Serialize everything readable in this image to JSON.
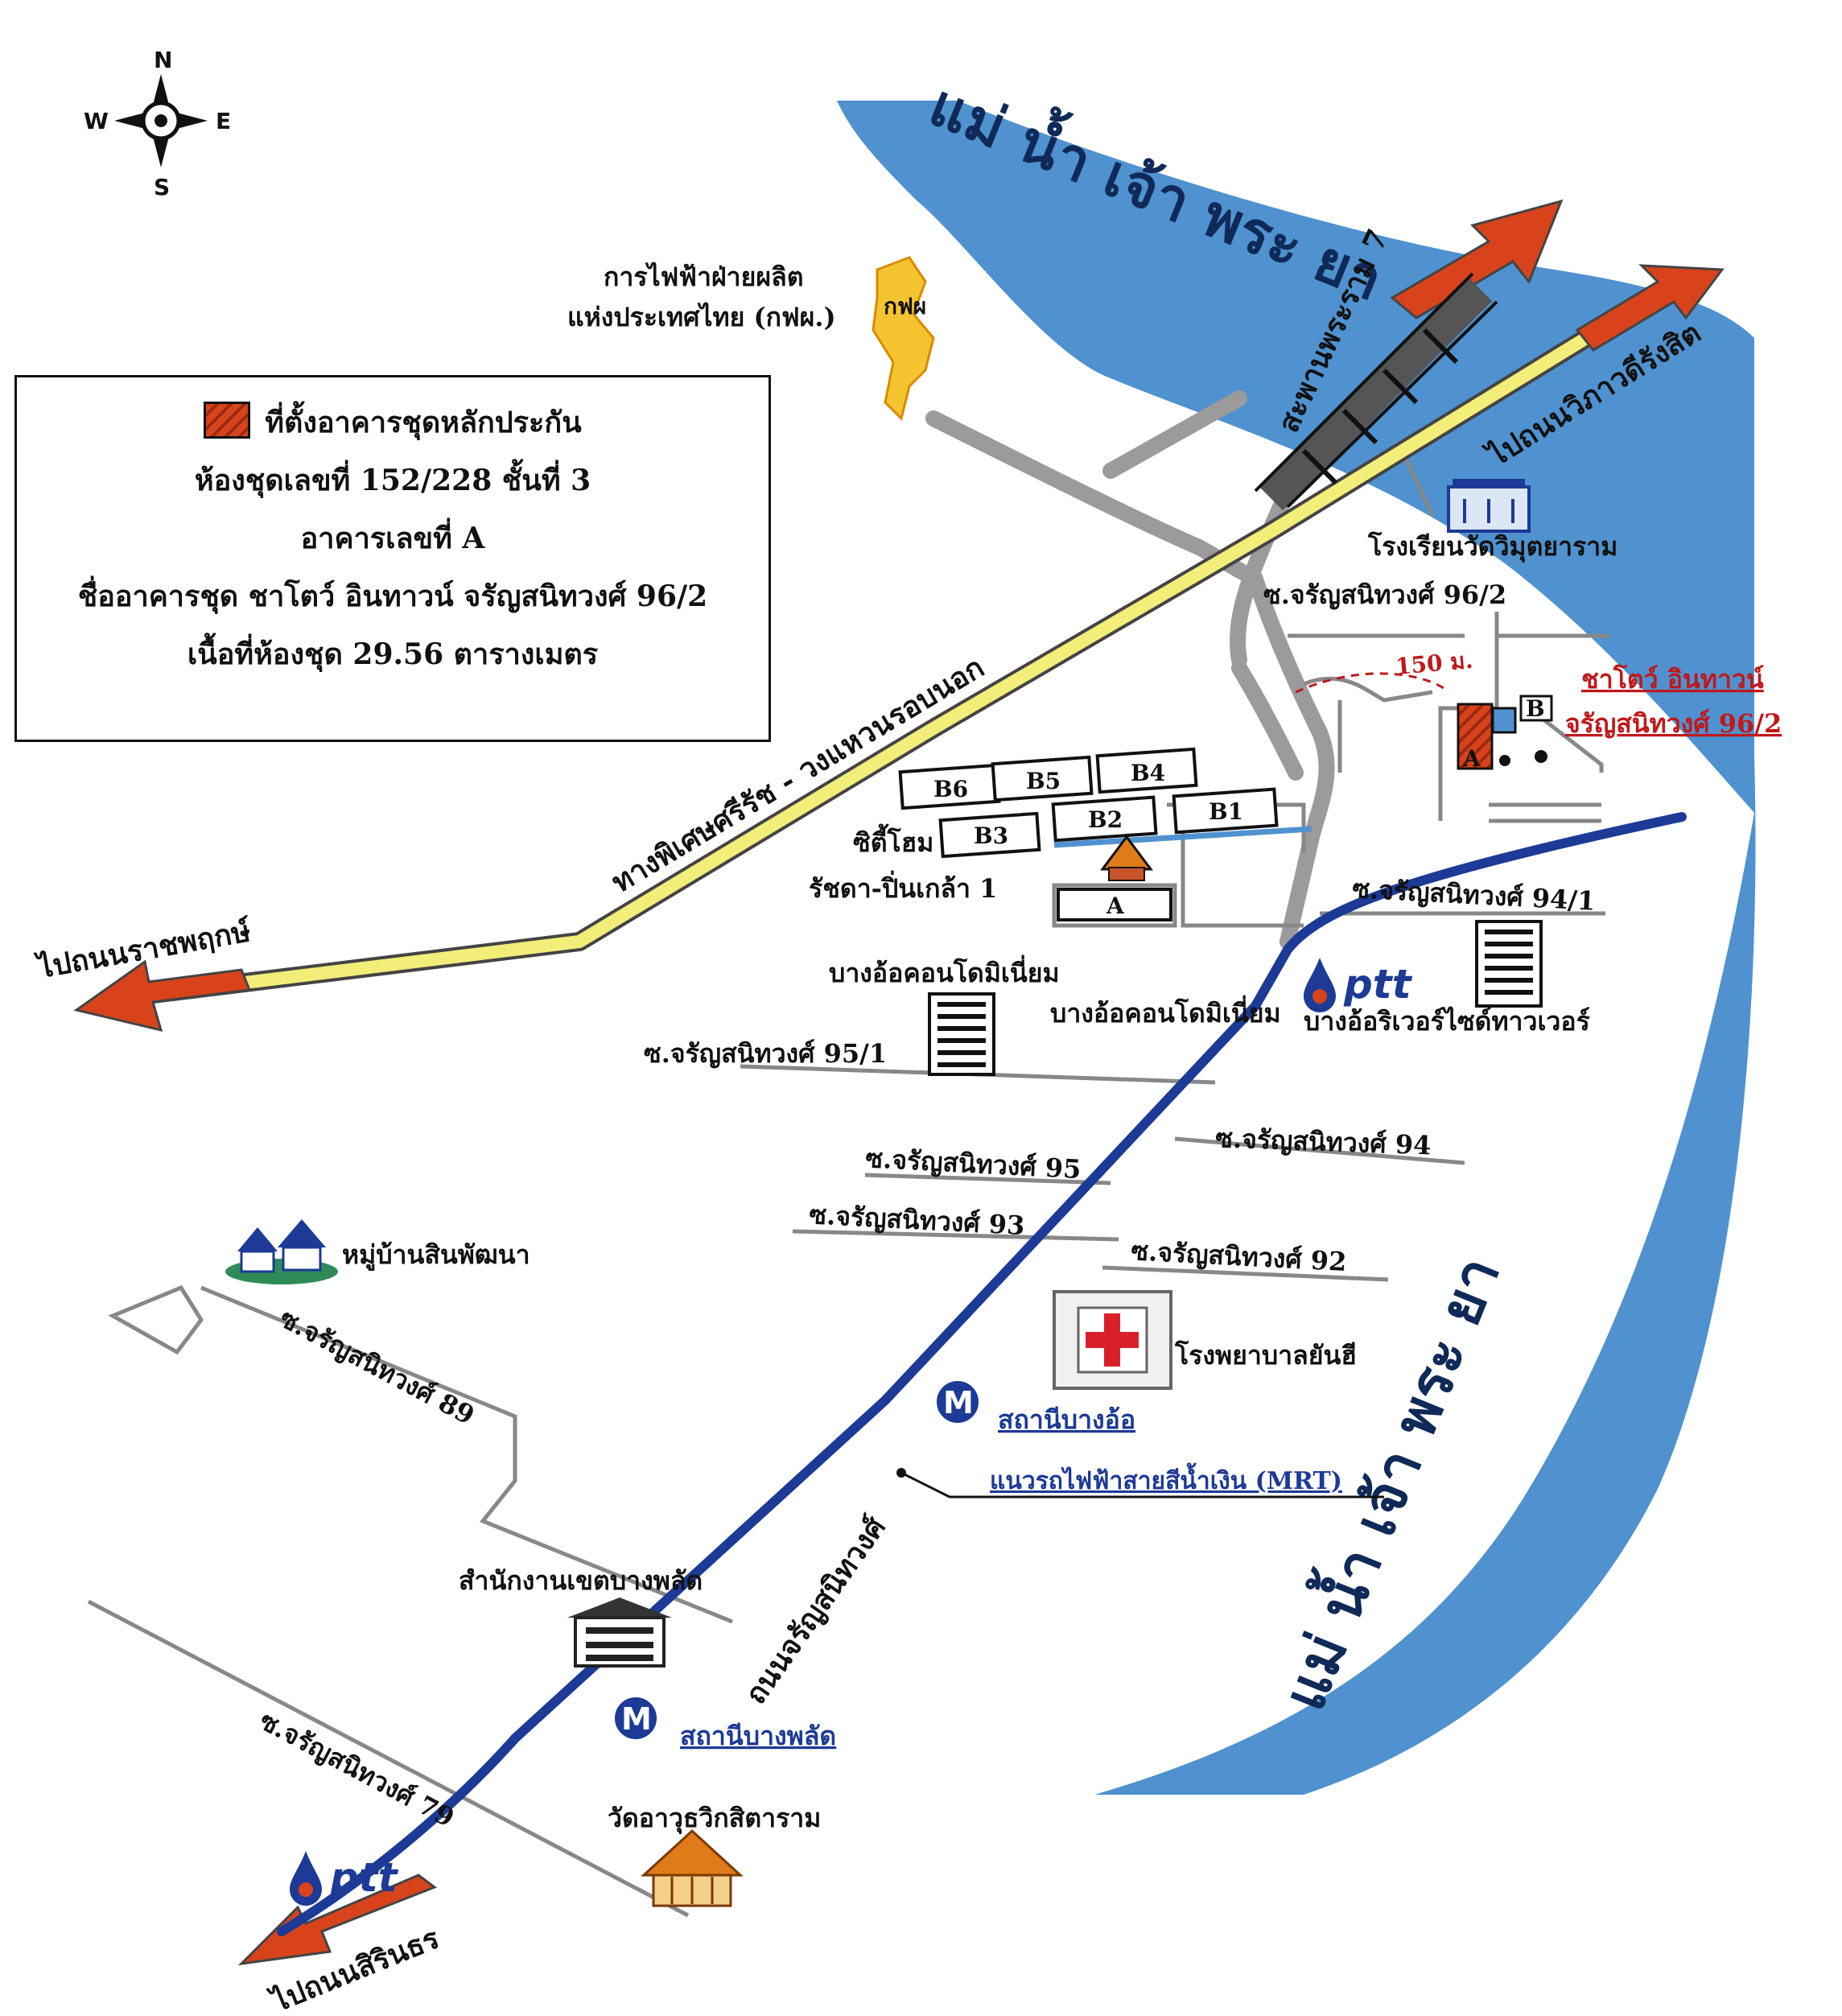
{
  "compass": {
    "n": "N",
    "s": "S",
    "e": "E",
    "w": "W"
  },
  "info_box": {
    "line1": "ที่ตั้งอาคารชุดหลักประกัน",
    "line2": "ห้องชุดเลขที่ 152/228   ชั้นที่ 3",
    "line3": "อาคารเลขที่ A",
    "line4": "ชื่ออาคารชุด  ชาโตว์ อินทาวน์ จรัญสนิทวงศ์ 96/2",
    "line5": "เนื้อที่ห้องชุด 29.56 ตารางเมตร"
  },
  "rivers": {
    "top": "แม่ น้ำ เจ้า พระ ยา",
    "right": "แม่ น้ำ เจ้า พระ ยา"
  },
  "egat": {
    "line1": "การไฟฟ้าฝ่ายผลิต",
    "line2": "แห่งประเทศไทย (กฟผ.)",
    "logo_text": "กฟผ"
  },
  "bridge": "สะพานพระราม 7",
  "directions": {
    "nonthaburi": "ไปถนนวิภาวดีรังสิต",
    "ratchaphruek": "ไปถนนราชพฤกษ์",
    "sirindhorn": "ไปถนนสิรินธร"
  },
  "expressway": "ทางพิเศษศรีรัช - วงแหวนรอบนอก",
  "school": "โรงเรียนวัดวิมุตยาราม",
  "sois": {
    "s96_2": "ซ.จรัญสนิทวงศ์ 96/2",
    "s94_1": "ซ.จรัญสนิทวงศ์ 94/1",
    "s95_1": "ซ.จรัญสนิทวงศ์ 95/1",
    "s94": "ซ.จรัญสนิทวงศ์ 94",
    "s95": "ซ.จรัญสนิทวงศ์ 95",
    "s93": "ซ.จรัญสนิทวงศ์ 93",
    "s92": "ซ.จรัญสนิทวงศ์ 92",
    "s89": "ซ.จรัญสนิทวงศ์ 89",
    "s79": "ซ.จรัญสนิทวงศ์ 79"
  },
  "distance": "150 ม.",
  "target": {
    "line1": "ชาโตว์ อินทาวน์",
    "line2": "จรัญสนิทวงศ์ 96/2",
    "bldg_a": "A",
    "bldg_b": "B"
  },
  "city_home": {
    "blocks": [
      "B6",
      "B5",
      "B4",
      "B3",
      "B2",
      "B1",
      "A"
    ],
    "line1": "ซิตี้โฮม",
    "line2": "รัชดา-ปิ่นเกล้า 1"
  },
  "condos": {
    "bang_o_top": "บางอ้อคอนโดมิเนี่ยม",
    "bang_o_mid": "บางอ้อคอนโดมิเนี่ยม",
    "riverside": "บางอ้อริเวอร์ไซด์ทาวเวอร์"
  },
  "ptt": "ptt",
  "village": "หมู่บ้านสินพัฒนา",
  "hospital": "โรงพยาบาลยันฮี",
  "stations": {
    "bang_o": "สถานีบางอ้อ",
    "bang_phlat": "สถานีบางพลัด",
    "m": "M"
  },
  "mrt_line": "แนวรถไฟฟ้าสายสีน้ำเงิน (MRT)",
  "main_road": "ถนนจรัญสนิทวงศ์",
  "district_office": "สำนักงานเขตบางพลัด",
  "temple": "วัดอาวุธวิกสิตาราม",
  "colors": {
    "river": "#4f92cf",
    "road": "#9b9b9b",
    "expressway": "#f3ee7a",
    "mrt": "#1c3a96",
    "arrow": "#d9431b",
    "target_red": "#c0181b"
  }
}
